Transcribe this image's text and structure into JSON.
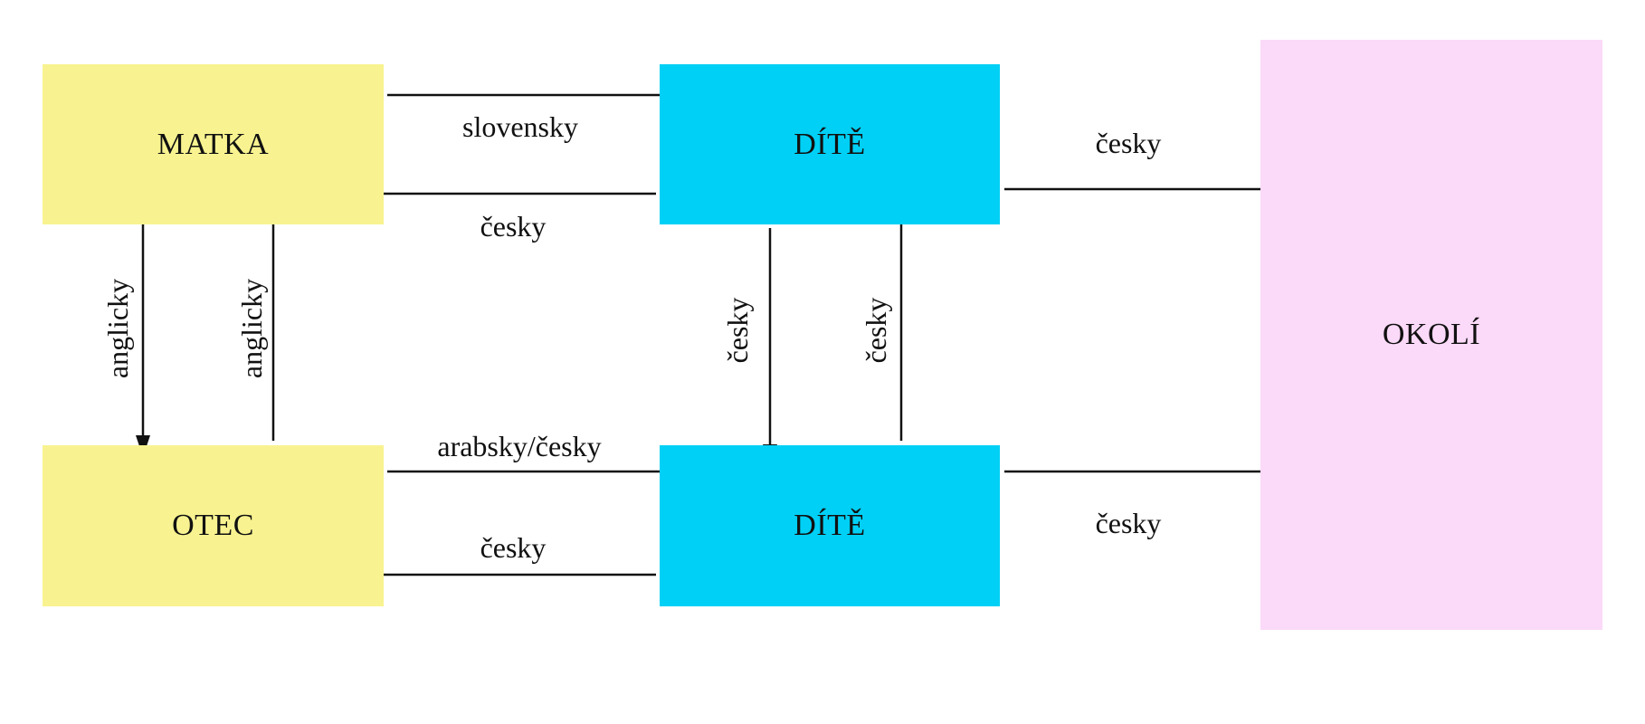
{
  "colors": {
    "parent_box": "#f8f390",
    "child_box": "#00d0f5",
    "environment_box": "#fbd9f8",
    "arrow": "#111111"
  },
  "nodes": {
    "mother": "MATKA",
    "father": "OTEC",
    "child_top": "DÍTĚ",
    "child_bottom": "DÍTĚ",
    "environment": "OKOLÍ"
  },
  "edges": [
    {
      "from": "mother",
      "to": "child_top",
      "label": "slovensky"
    },
    {
      "from": "child_top",
      "to": "mother",
      "label": "česky"
    },
    {
      "from": "child_top",
      "to": "environment",
      "label": "česky"
    },
    {
      "from": "mother",
      "to": "father",
      "label": "anglicky"
    },
    {
      "from": "father",
      "to": "mother",
      "label": "anglicky"
    },
    {
      "from": "child_top",
      "to": "child_bottom",
      "label": "česky"
    },
    {
      "from": "child_bottom",
      "to": "child_top",
      "label": "česky"
    },
    {
      "from": "father",
      "to": "child_bottom",
      "label": "arabsky/česky"
    },
    {
      "from": "child_bottom",
      "to": "father",
      "label": "česky"
    },
    {
      "from": "child_bottom",
      "to": "environment",
      "label": "česky"
    }
  ]
}
